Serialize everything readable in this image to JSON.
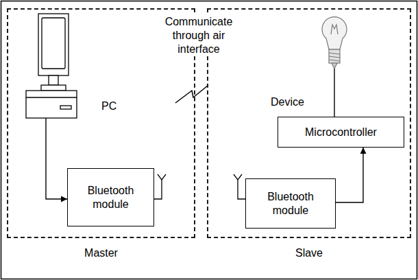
{
  "diagram": {
    "nodes": [
      {
        "text": [
          "Master"
        ]
      },
      {
        "text": [
          "PC"
        ],
        "in": 0
      },
      {
        "text": [
          "Bluetooth module"
        ],
        "in": 0
      },
      {
        "text": [
          "Slave"
        ]
      },
      {
        "text": [
          "Device"
        ],
        "in": 3
      },
      {
        "text": [
          "Microcontroller"
        ],
        "in": 3
      },
      {
        "text": [
          "Bluetooth module"
        ],
        "in": 3
      }
    ],
    "edges": [
      {
        "from": 1,
        "to": 2,
        "arrow": "to"
      },
      {
        "from": 6,
        "to": 5,
        "arrow": "to"
      },
      {
        "from": 4,
        "to": 5,
        "arrow": "none"
      }
    ],
    "labels": [
      "Communicate through air interface"
    ]
  }
}
